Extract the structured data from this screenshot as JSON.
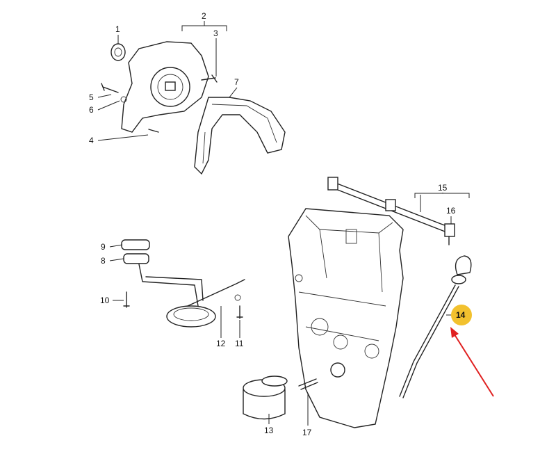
{
  "callouts": {
    "c1": "1",
    "c2": "2",
    "c3": "3",
    "c4": "4",
    "c5": "5",
    "c6": "6",
    "c7": "7",
    "c8": "8",
    "c9": "9",
    "c10": "10",
    "c11": "11",
    "c12": "12",
    "c13": "13",
    "c14": "14",
    "c15": "15",
    "c16": "16",
    "c17": "17"
  },
  "highlight": {
    "label": "14",
    "color": "#f2c12e"
  },
  "arrow": {
    "color": "#e02020"
  }
}
